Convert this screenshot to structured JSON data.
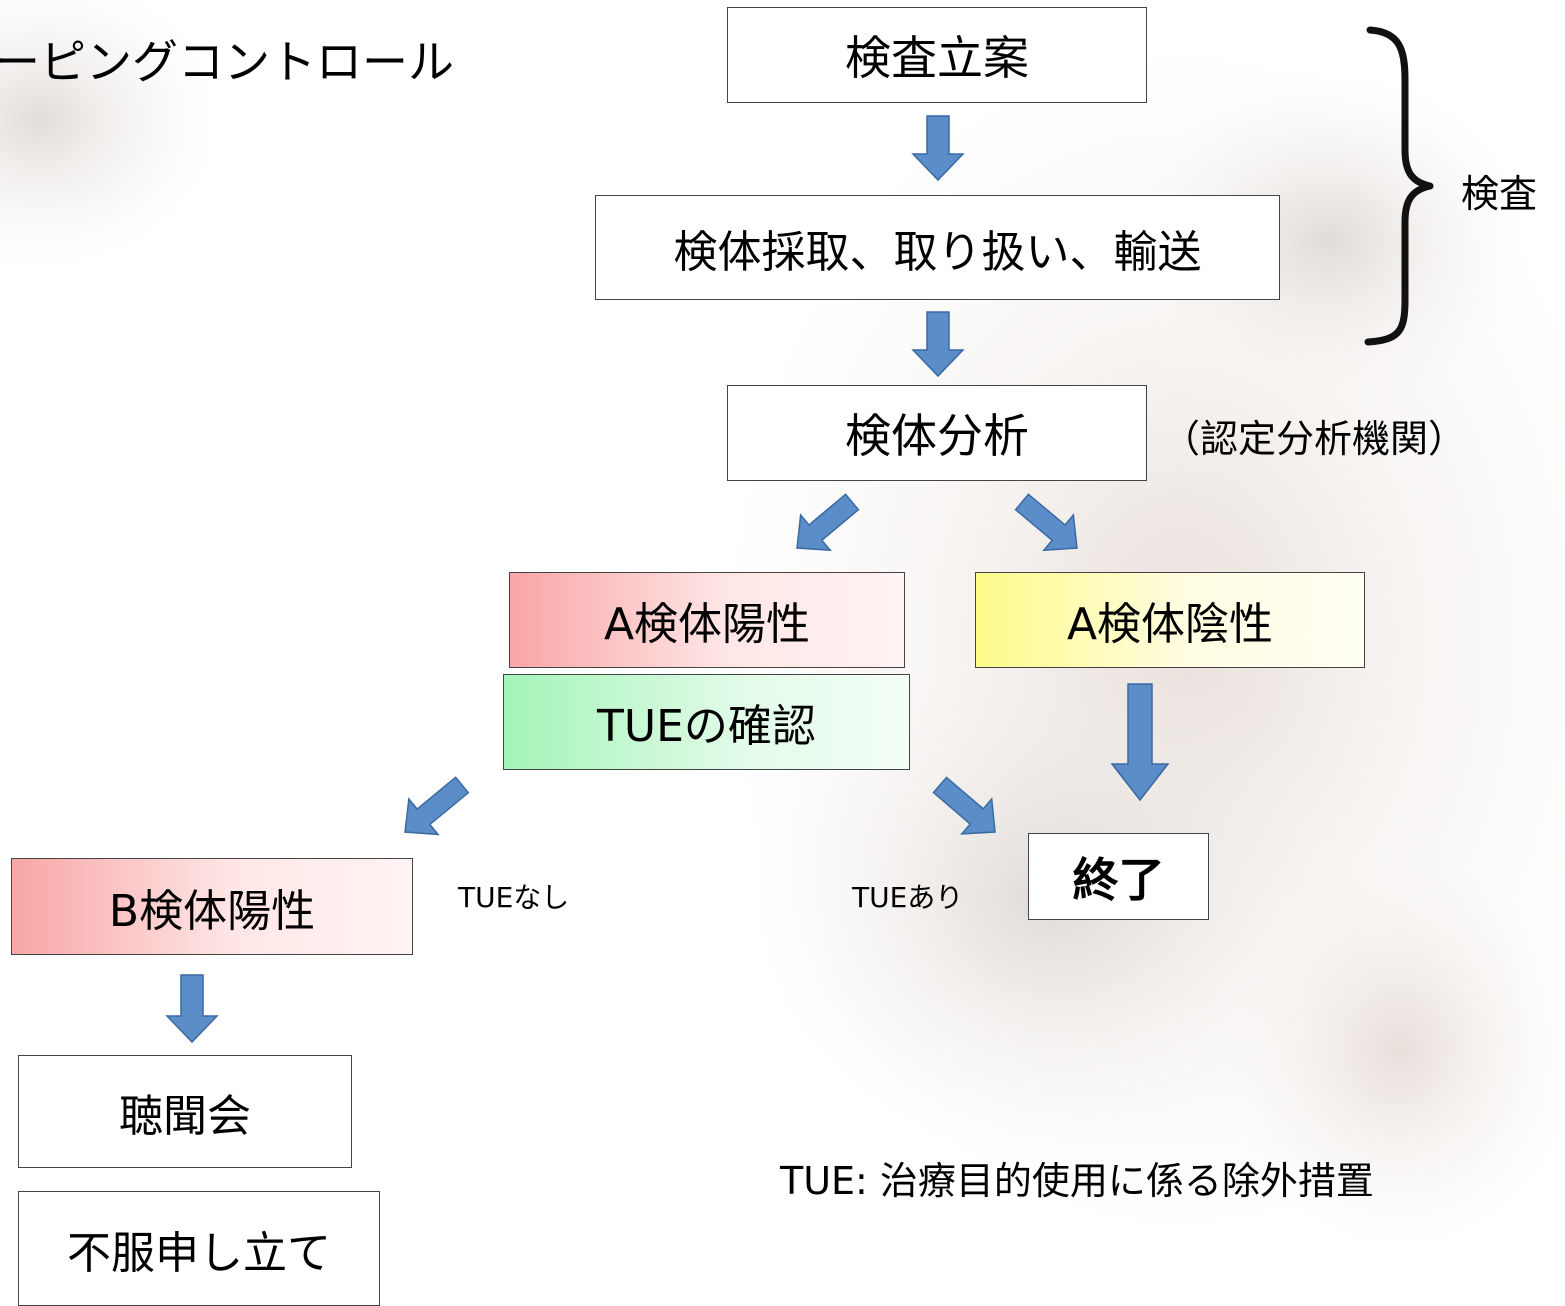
{
  "title": "ーピングコントロール",
  "bracket_label": "検査",
  "lab_note": "（認定分析機関）",
  "nodes": {
    "plan": "検査立案",
    "collection": "検体採取、取り扱い、輸送",
    "analysis": "検体分析",
    "a_positive": "A検体陽性",
    "a_negative": "A検体陰性",
    "tue_check": "TUEの確認",
    "b_positive": "B検体陽性",
    "end": "終了",
    "hearing": "聴聞会",
    "appeal": "不服申し立て"
  },
  "edge_labels": {
    "tue_no": "TUEなし",
    "tue_yes": "TUEあり"
  },
  "footnote": "TUE:  治療目的使用に係る除外措置",
  "colors": {
    "arrow_fill": "#5b8dc9",
    "arrow_stroke": "#3a6aa3",
    "box_border": "#444444",
    "positive_gradient": "#f8a6a6",
    "negative_gradient": "#fdfa8a",
    "tue_gradient": "#a4f4b8"
  }
}
